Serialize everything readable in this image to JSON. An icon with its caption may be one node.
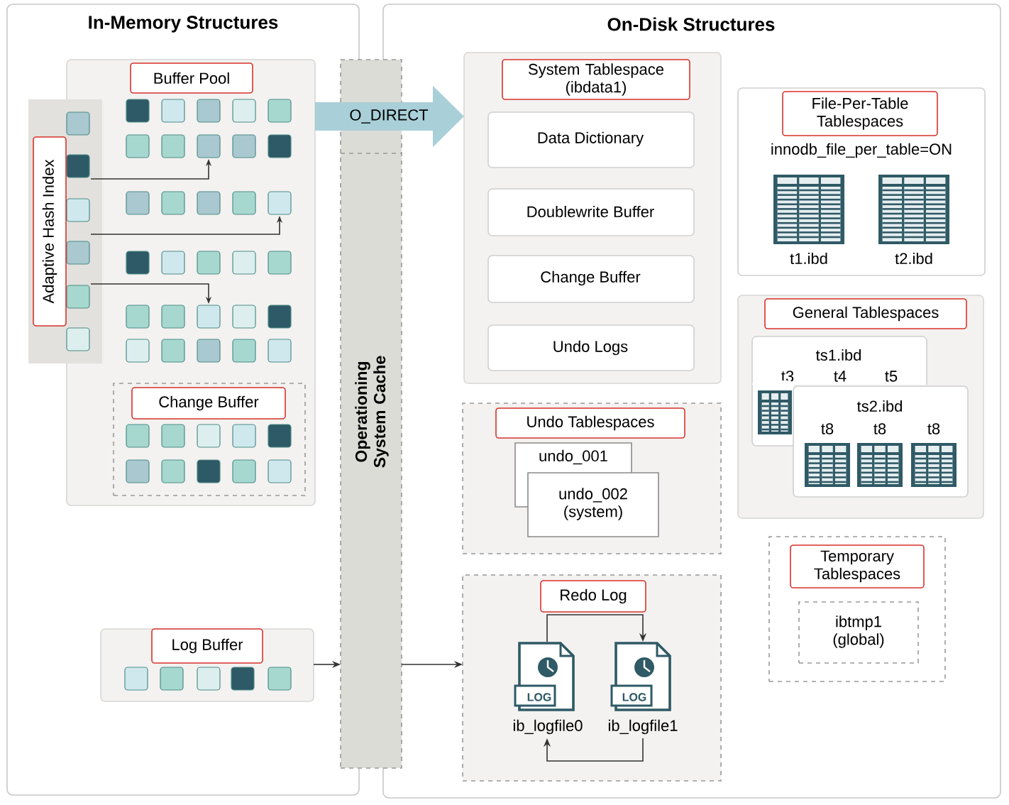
{
  "diagram": {
    "nodes": [
      {
        "text": [
          "In-Memory Structures"
        ]
      },
      {
        "text": [
          "Buffer Pool"
        ],
        "in": 0
      },
      {
        "text": [
          "Adaptive Hash Index"
        ],
        "in": 0
      },
      {
        "text": [
          "Change Buffer"
        ],
        "in": 1
      },
      {
        "text": [
          "Log Buffer"
        ],
        "in": 0
      },
      {
        "text": [
          "Operationing System Cache"
        ]
      },
      {
        "text": [
          "On-Disk Structures"
        ]
      },
      {
        "text": [
          "System Tablespace (ibdata1)"
        ],
        "in": 6
      },
      {
        "text": [
          "Data Dictionary"
        ],
        "in": 7
      },
      {
        "text": [
          "Doublewrite Buffer"
        ],
        "in": 7
      },
      {
        "text": [
          "Change Buffer"
        ],
        "in": 7
      },
      {
        "text": [
          "Undo Logs"
        ],
        "in": 7
      },
      {
        "text": [
          "File-Per-Table Tablespaces",
          "innodb_file_per_table=ON",
          "t1.ibd",
          "t2.ibd"
        ],
        "in": 6
      },
      {
        "text": [
          "General Tablespaces"
        ],
        "in": 6
      },
      {
        "text": [
          "ts1.ibd",
          "t3",
          "t4",
          "t5"
        ],
        "in": 13
      },
      {
        "text": [
          "ts2.ibd",
          "t8",
          "t8",
          "t8"
        ],
        "in": 13
      },
      {
        "text": [
          "Undo Tablespaces"
        ],
        "in": 6
      },
      {
        "text": [
          "undo_001"
        ],
        "in": 16
      },
      {
        "text": [
          "undo_002 (system)"
        ],
        "in": 16
      },
      {
        "text": [
          "Redo Log"
        ],
        "in": 6
      },
      {
        "text": [
          "LOG",
          "ib_logfile0"
        ],
        "in": 19
      },
      {
        "text": [
          "LOG",
          "ib_logfile1"
        ],
        "in": 19
      },
      {
        "text": [
          "Temporary Tablespaces"
        ],
        "in": 6
      },
      {
        "text": [
          "ibtmp1 (global)"
        ],
        "in": 22
      }
    ],
    "edges": [
      {
        "from": 1,
        "to": 7,
        "arrow": "to",
        "label": "O_DIRECT",
        "style": "thick",
        "color": "#a9cfd8"
      },
      {
        "from": 4,
        "to": 5,
        "arrow": "to"
      },
      {
        "from": 5,
        "to": 19,
        "arrow": "to"
      },
      {
        "from": 20,
        "to": 21,
        "arrow": "to"
      },
      {
        "from": 21,
        "to": 20,
        "arrow": "to"
      }
    ]
  }
}
